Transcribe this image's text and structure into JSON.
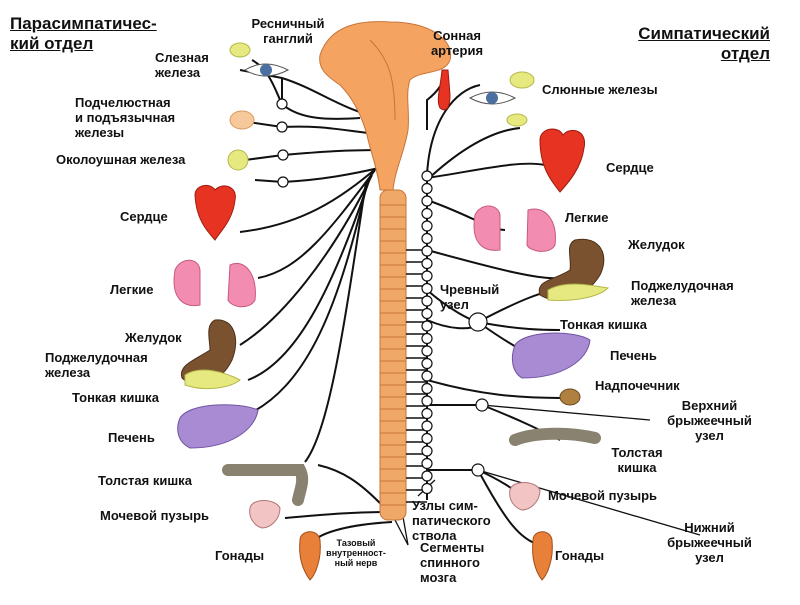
{
  "titles": {
    "parasympathetic": "Парасимпатичес-\nкий отдел",
    "sympathetic": "Симпатический\nотдел"
  },
  "left_labels": {
    "lacrimal_gland": "Слезная\nжелеза",
    "submandibular": "Подчелюстная\nи подъязычная\nжелезы",
    "parotid": "Околоушная железа",
    "heart": "Сердце",
    "lungs": "Легкие",
    "stomach": "Желудок",
    "pancreas": "Поджелудочная\nжелеза",
    "small_intestine": "Тонкая кишка",
    "liver": "Печень",
    "colon": "Толстая кишка",
    "bladder": "Мочевой пузырь",
    "gonads": "Гонады"
  },
  "center_labels": {
    "ciliary_ganglion": "Ресничный\nганглий",
    "carotid_artery": "Сонная\nартерия",
    "celiac_ganglion": "Чревный\nузел",
    "sympathetic_trunk_nodes": "Узлы сим-\nпатического\nствола",
    "spinal_segments": "Сегменты\nспинного\nмозга",
    "pelvic_nerve": "Тазовый\nвнутренност-\nный нерв"
  },
  "right_labels": {
    "salivary_glands": "Слюнные железы",
    "heart": "Сердце",
    "lungs": "Легкие",
    "stomach": "Желудок",
    "pancreas": "Поджелудочная\nжелеза",
    "small_intestine": "Тонкая кишка",
    "liver": "Печень",
    "adrenal": "Надпочечник",
    "superior_mesenteric": "Верхний\nбрыжеечный\nузел",
    "colon": "Толстая\nкишка",
    "bladder": "Мочевой пузырь",
    "inferior_mesenteric": "Нижний\nбрыжеечный\nузел",
    "gonads": "Гонады"
  },
  "colors": {
    "brain": "#f4a460",
    "spine": "#f0a868",
    "heart": "#e63322",
    "lungs": "#f28cb0",
    "stomach": "#7a5230",
    "liver": "#a98bd4",
    "colon": "#8a8270",
    "gland": "#e6e880",
    "eye": "#4a6fa0",
    "nerve": "#111111"
  },
  "icons": [
    "brain-icon",
    "spinal-cord-icon",
    "eye-icon",
    "heart-icon",
    "lungs-icon",
    "stomach-icon",
    "pancreas-icon",
    "liver-icon",
    "colon-icon",
    "bladder-icon",
    "gonad-icon",
    "adrenal-icon",
    "carotid-artery-icon",
    "ganglion-icon"
  ]
}
